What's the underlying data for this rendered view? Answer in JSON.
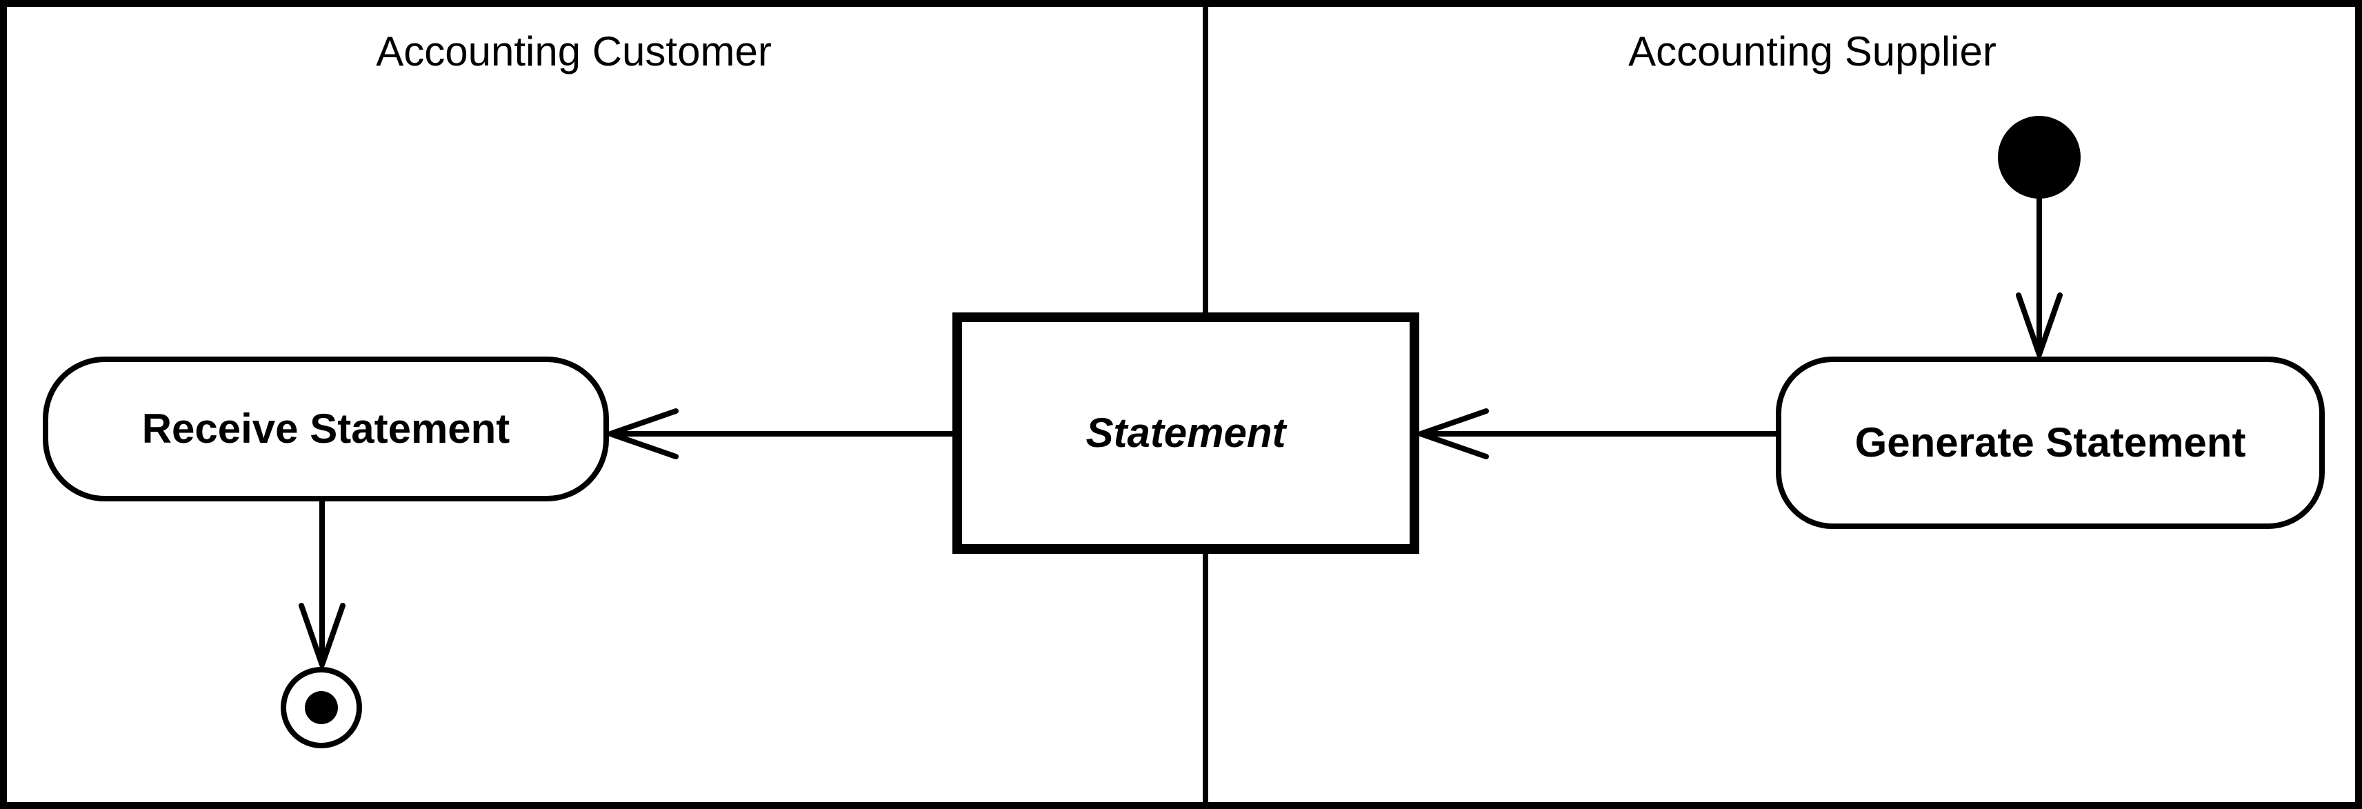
{
  "diagram_type": "uml-activity-swimlane",
  "colors": {
    "background": "#ffffff",
    "line": "#000000"
  },
  "lanes": [
    {
      "title": "Accounting Customer"
    },
    {
      "title": "Accounting Supplier"
    }
  ],
  "nodes": {
    "initial": {
      "type": "initial-state"
    },
    "generate": {
      "label": "Generate Statement",
      "type": "action"
    },
    "statement": {
      "label": "Statement",
      "type": "object"
    },
    "receive": {
      "label": "Receive Statement",
      "type": "action"
    },
    "final": {
      "type": "final-state"
    }
  },
  "edges": [
    {
      "from": "initial-state",
      "to": "generate-statement"
    },
    {
      "from": "generate-statement",
      "to": "statement-object"
    },
    {
      "from": "statement-object",
      "to": "receive-statement"
    },
    {
      "from": "receive-statement",
      "to": "final-state"
    }
  ]
}
